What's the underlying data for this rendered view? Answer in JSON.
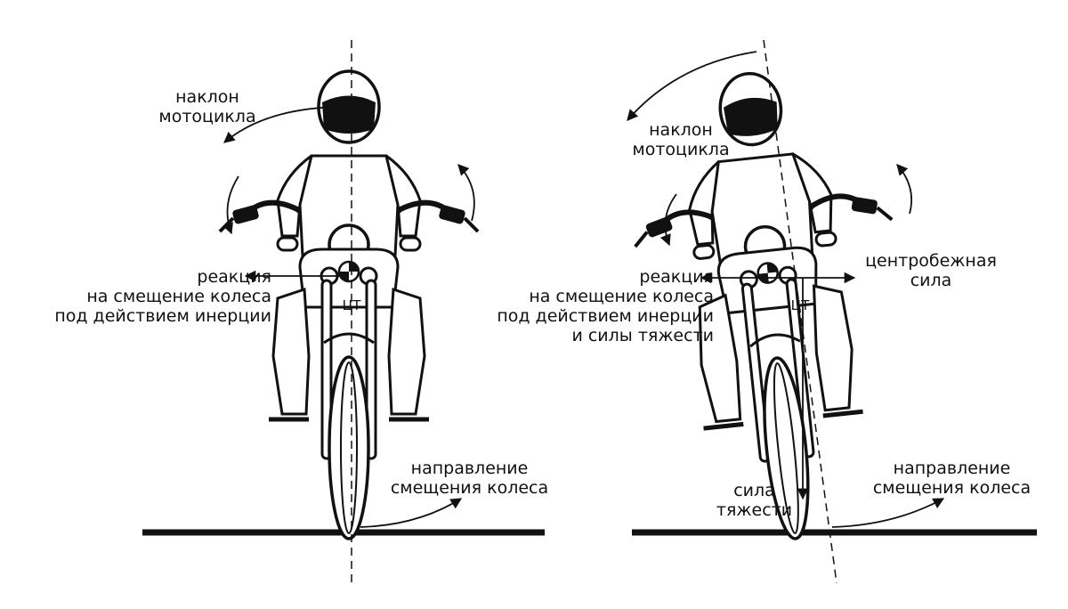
{
  "colors": {
    "ink": "#111111",
    "background": "#ffffff"
  },
  "left_panel": {
    "lean_label": "наклон\nмотоцикла",
    "reaction_label": "реакция\nна смещение колеса\nпод действием инерции",
    "cg_label": "ЦТ",
    "wheel_direction_label": "направление\nсмещения колеса"
  },
  "right_panel": {
    "lean_label": "наклон\nмотоцикла",
    "reaction_label": "реакция\nна смещение колеса\nпод действием инерции\nи силы тяжести",
    "centrifugal_label": "центробежная\nсила",
    "cg_label": "ЦТ",
    "gravity_label": "сила\nтяжести",
    "wheel_direction_label": "направление\nсмещения колеса"
  }
}
